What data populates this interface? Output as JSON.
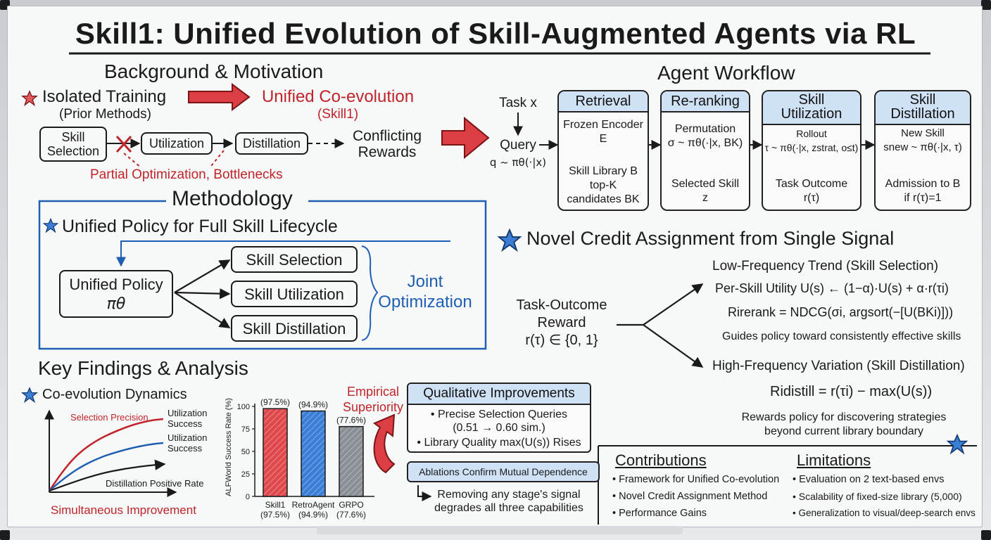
{
  "title": "Skill1: Unified Evolution of Skill-Augmented Agents via RL",
  "background": {
    "heading": "Background & Motivation",
    "isolated_title": "Isolated Training",
    "isolated_sub": "(Prior Methods)",
    "unified_title": "Unified Co-evolution",
    "unified_sub": "(Skill1)",
    "pipeline": [
      "Skill\nSelection",
      "Utilization",
      "Distillation"
    ],
    "conflicting": "Conflicting\nRewards",
    "partial_note": "Partial Optimization, Bottlenecks"
  },
  "methodology": {
    "heading": "Methodology",
    "policy_title": "Unified Policy for Full Skill Lifecycle",
    "policy_box": "Unified Policy",
    "policy_symbol": "πθ",
    "branches": [
      "Skill Selection",
      "Skill Utilization",
      "Skill Distillation"
    ],
    "joint": "Joint\nOptimization"
  },
  "workflow": {
    "heading": "Agent Workflow",
    "task": "Task x",
    "query": "Query",
    "query_formula": "q ~ πθ(·|x)",
    "stages": [
      {
        "title": "Retrieval",
        "top": "Frozen Encoder\nE",
        "bottom": "Skill Library B\ntop-K\ncandidates BK"
      },
      {
        "title": "Re-ranking",
        "top": "Permutation\nσ ~ πθ(·|x, BK)",
        "bottom": "Selected Skill\nz"
      },
      {
        "title": "Skill\nUtilization",
        "top": "Rollout\nτ ~ πθ(·|x, zstrat, o≤t)",
        "bottom": "Task Outcome\nr(τ)"
      },
      {
        "title": "Skill\nDistillation",
        "top": "New Skill\nsnew ~ πθ(·|x, τ)",
        "bottom": "Admission to B\nif r(τ)=1"
      }
    ]
  },
  "credit": {
    "heading": "Novel Credit Assignment from Single Signal",
    "reward": "Task-Outcome\nReward\nr(τ) ∈ {0, 1}",
    "low_title": "Low-Frequency Trend (Skill Selection)",
    "low_f1": "Per-Skill Utility U(s) ← (1−α)·U(s) + α·r(τi)",
    "low_f2": "Rirerank = NDCG(σi, argsort(−[U(BKi)]))",
    "low_note": "Guides policy toward consistently effective skills",
    "high_title": "High-Frequency Variation (Skill Distillation)",
    "high_f": "Ridistill = r(τi) − max(U(s))",
    "high_note": "Rewards policy for discovering strategies\nbeyond current library boundary"
  },
  "findings": {
    "heading": "Key Findings & Analysis",
    "coevo_title": "Co-evolution Dynamics",
    "curves": [
      "Selection Precision",
      "Utilization\nSuccess",
      "Utilization\nSuccess",
      "Distillation Positive Rate"
    ],
    "coevo_caption": "Simultaneous Improvement",
    "empirical": "Empirical\nSuperiority",
    "qualitative_title": "Qualitative Improvements",
    "qualitative_items": [
      "• Precise Selection Queries\n(0.51 → 0.60 sim.)",
      "• Library Quality max(U(s)) Rises"
    ],
    "ablation_title": "Ablations Confirm Mutual Dependence",
    "ablation_note": "Removing any stage's signal\ndegrades all three capabilities"
  },
  "chart_data": {
    "type": "bar",
    "categories": [
      "Skill1",
      "RetroAgent",
      "GRPO"
    ],
    "category_labels": [
      "Skill1\n(97.5%)",
      "RetroAgent\n(94.9%)",
      "GRPO\n(77.6%)"
    ],
    "values": [
      97.5,
      94.9,
      77.6
    ],
    "data_labels": [
      "(97.5%)",
      "(94.9%)",
      "(77.6%)"
    ],
    "ylabel": "ALFWorld Success Rate (%)",
    "yticks": [
      "0",
      "25",
      "50",
      "75",
      "100"
    ],
    "ylim": [
      0,
      100
    ],
    "colors": [
      "#e0494c",
      "#3a7ed6",
      "#8a8f96"
    ]
  },
  "contributions": {
    "title": "Contributions",
    "items": [
      "• Framework for Unified Co-evolution",
      "• Novel Credit Assignment Method",
      "• Performance Gains"
    ]
  },
  "limitations": {
    "title": "Limitations",
    "items": [
      "• Evaluation on 2 text-based envs",
      "• Scalability of fixed-size library (5,000)",
      "• Generalization to visual/deep-search envs"
    ]
  },
  "icons": {
    "star_red": "star-icon",
    "star_blue": "star-icon"
  },
  "colors": {
    "red": "#c0242a",
    "blue": "#1e5fb3",
    "header_fill": "#cfe1f5"
  }
}
